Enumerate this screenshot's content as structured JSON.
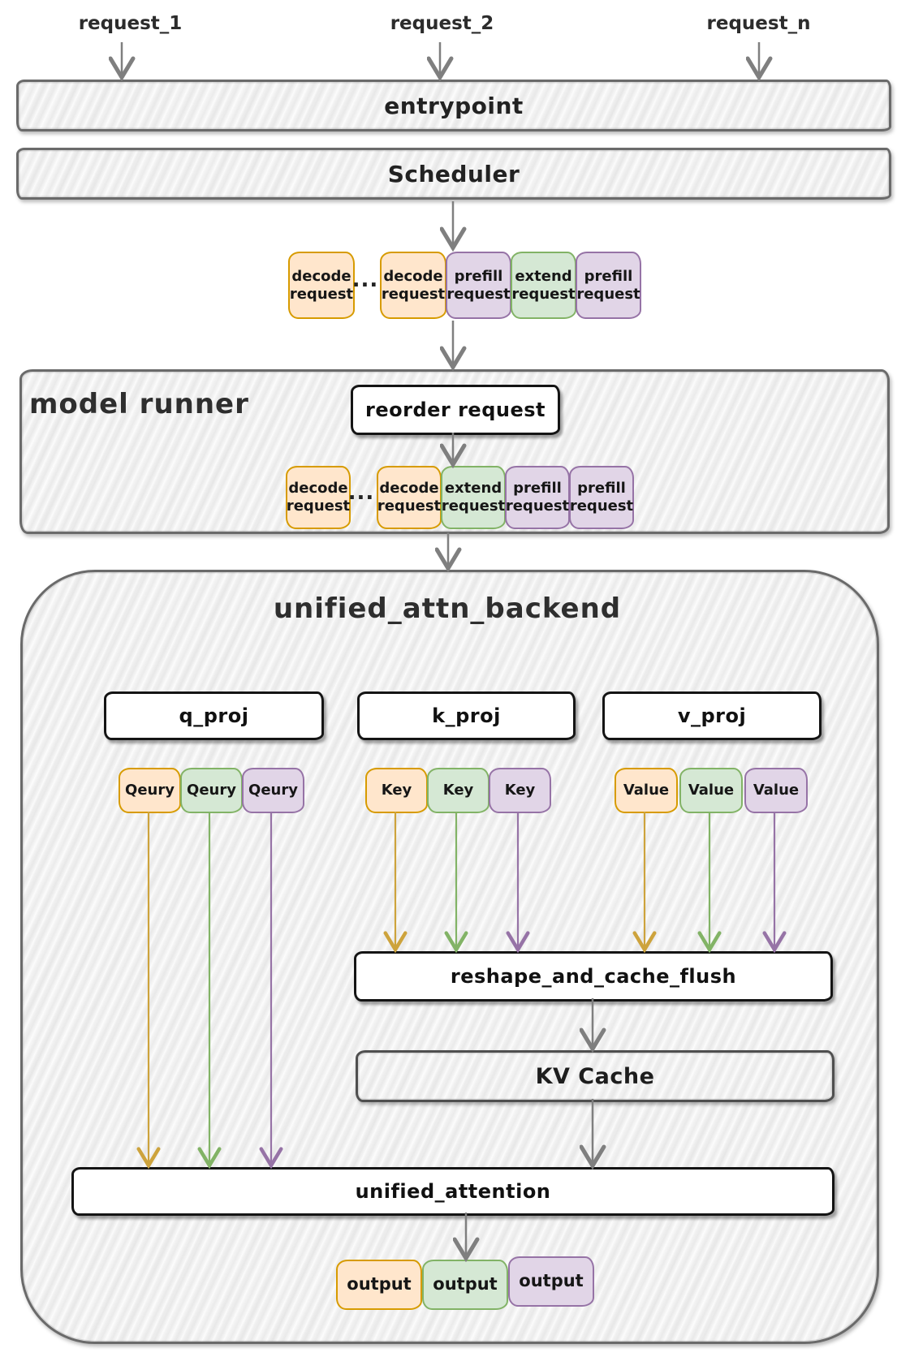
{
  "requests": {
    "items": [
      "request_1",
      "request_2",
      "request_n"
    ]
  },
  "entrypoint": {
    "label": "entrypoint"
  },
  "scheduler": {
    "label": "Scheduler"
  },
  "scheduled_queue": {
    "ellipsis": "...",
    "items": [
      {
        "label": "decode\nrequest",
        "color": "orange"
      },
      {
        "label": "decode\nrequest",
        "color": "orange"
      },
      {
        "label": "prefill\nrequest",
        "color": "purple"
      },
      {
        "label": "extend\nrequest",
        "color": "green"
      },
      {
        "label": "prefill\nrequest",
        "color": "purple"
      }
    ]
  },
  "model_runner": {
    "title": "model runner",
    "reorder_label": "reorder request",
    "ellipsis": "...",
    "reordered_queue": [
      {
        "label": "decode\nrequest",
        "color": "orange"
      },
      {
        "label": "decode\nrequest",
        "color": "orange"
      },
      {
        "label": "extend\nrequest",
        "color": "green"
      },
      {
        "label": "prefill\nrequest",
        "color": "purple"
      },
      {
        "label": "prefill\nrequest",
        "color": "purple"
      }
    ]
  },
  "backend": {
    "title": "unified_attn_backend",
    "projections": [
      {
        "label": "q_proj"
      },
      {
        "label": "k_proj"
      },
      {
        "label": "v_proj"
      }
    ],
    "query_chips": [
      {
        "label": "Qeury",
        "color": "orange"
      },
      {
        "label": "Qeury",
        "color": "green"
      },
      {
        "label": "Qeury",
        "color": "purple"
      }
    ],
    "key_chips": [
      {
        "label": "Key",
        "color": "orange"
      },
      {
        "label": "Key",
        "color": "green"
      },
      {
        "label": "Key",
        "color": "purple"
      }
    ],
    "value_chips": [
      {
        "label": "Value",
        "color": "orange"
      },
      {
        "label": "Value",
        "color": "green"
      },
      {
        "label": "Value",
        "color": "purple"
      }
    ],
    "reshape_label": "reshape_and_cache_flush",
    "kv_cache_label": "KV Cache",
    "attention_label": "unified_attention",
    "outputs": [
      {
        "label": "output",
        "color": "orange"
      },
      {
        "label": "output",
        "color": "green"
      },
      {
        "label": "output",
        "color": "purple"
      }
    ]
  },
  "colors": {
    "orange_fill": "#ffe6cc",
    "orange_border": "#d79b00",
    "green_fill": "#d5e8d4",
    "green_border": "#82b366",
    "purple_fill": "#e1d5e7",
    "purple_border": "#9673a6",
    "gray_arrow": "#7f7f7f",
    "gold_arrow": "#cda33c",
    "green_arrow": "#82b366",
    "purple_arrow": "#9673a6",
    "container_fill": "#f4f4f4",
    "container_border": "#6a6a6a"
  }
}
